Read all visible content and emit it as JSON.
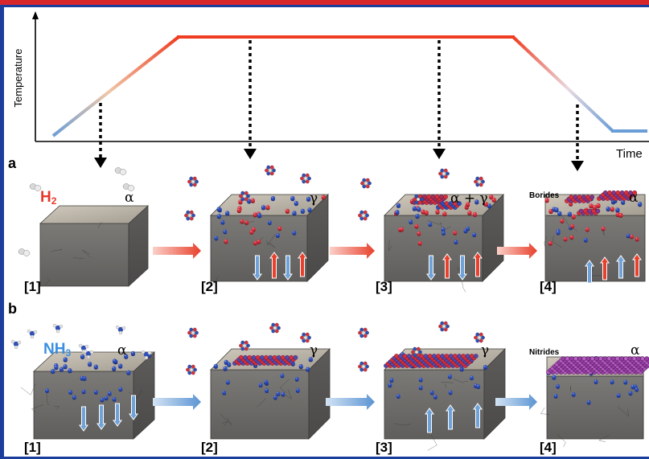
{
  "chart": {
    "ylabel": "Temperature",
    "xlabel": "Time"
  },
  "rows": [
    {
      "label": "a",
      "gas": "H",
      "gas_sub": "2",
      "gas_color": "#e5392b",
      "phases": [
        "α",
        "γ",
        "α + γ",
        "α"
      ],
      "steps": [
        "[1]",
        "[2]",
        "[3]",
        "[4]"
      ],
      "product": "Borides"
    },
    {
      "label": "b",
      "gas": "NH",
      "gas_sub": "3",
      "gas_color": "#3b8fe0",
      "phases": [
        "α",
        "γ",
        "γ",
        "α"
      ],
      "steps": [
        "[1]",
        "[2]",
        "[3]",
        "[4]"
      ],
      "product": "Nitrides"
    }
  ],
  "colors": {
    "ramp_cool": "#6a9ed6",
    "ramp_hot": "#f03d22",
    "arrow_red": "#e8402c",
    "arrow_blue": "#6fa2d8",
    "cube_top": "#b9b2a6",
    "cube_side": "#6d6c6a",
    "atom_blue": "#2f4fb8",
    "atom_red": "#d8303d",
    "nitride_purple": "#9a3ea8"
  }
}
